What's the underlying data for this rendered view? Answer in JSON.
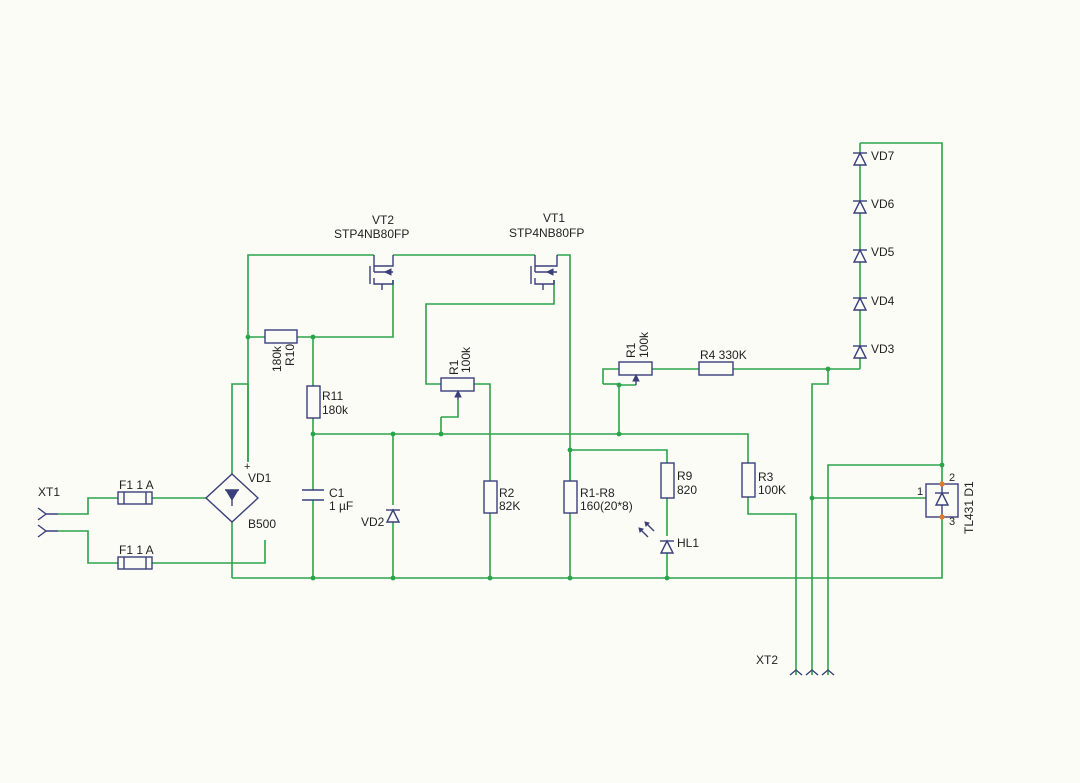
{
  "colors": {
    "wire": "#2aa44a",
    "component": "#3a3f7a",
    "background": "#fcfcf7",
    "pin": "#e07a2a"
  },
  "connectors": {
    "xt1": "XT1",
    "xt2": "XT2"
  },
  "fuses": {
    "f1_top": "F1  1 A",
    "f1_bottom": "F1  1 A"
  },
  "bridge": {
    "name": "VD1",
    "type": "B500",
    "plus": "+"
  },
  "transistors": {
    "vt2": {
      "name": "VT2",
      "type": "STP4NB80FP"
    },
    "vt1": {
      "name": "VT1",
      "type": "STP4NB80FP"
    }
  },
  "resistors": {
    "r10": {
      "value": "180k",
      "name": "R10"
    },
    "r11": {
      "name": "R11",
      "value": "180k"
    },
    "r1_mid": {
      "name": "R1",
      "value": "100k"
    },
    "r1_right": {
      "name": "R1",
      "value": "100k"
    },
    "r4": {
      "label": "R4  330K"
    },
    "r2": {
      "name": "R2",
      "value": "82K"
    },
    "r1r8": {
      "name": "R1-R8",
      "value": "160(20*8)"
    },
    "r9": {
      "name": "R9",
      "value": "820"
    },
    "r3": {
      "name": "R3",
      "value": "100K"
    }
  },
  "capacitor": {
    "name": "C1",
    "value": "1 µF"
  },
  "diodes": {
    "vd2": "VD2",
    "hl1": "HL1",
    "vd3": "VD3",
    "vd4": "VD4",
    "vd5": "VD5",
    "vd6": "VD6",
    "vd7": "VD7"
  },
  "tl431": {
    "label": "TL431  D1",
    "pin1": "1",
    "pin2": "2",
    "pin3": "3"
  }
}
